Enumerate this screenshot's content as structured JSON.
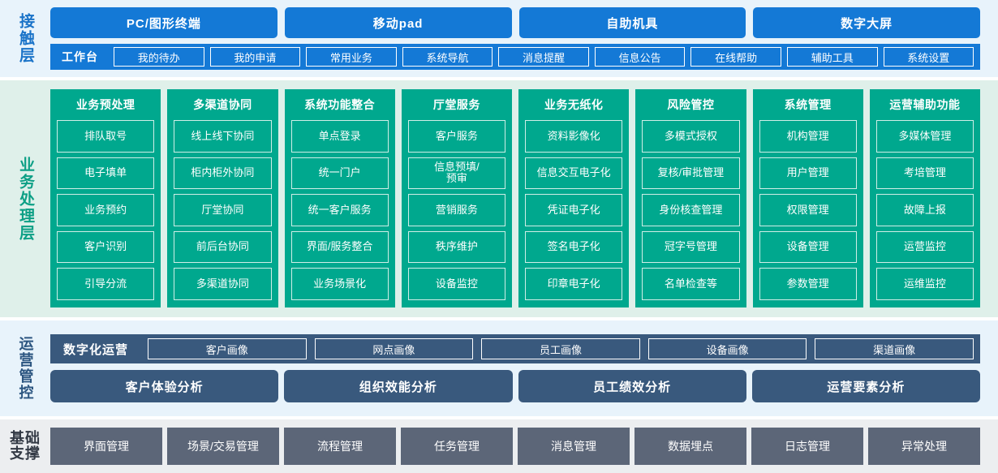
{
  "layers": {
    "contact": {
      "label": "接触层",
      "accent": "#1479d6",
      "channels": [
        {
          "label": "PC/图形终端"
        },
        {
          "label": "移动pad"
        },
        {
          "label": "自助机具"
        },
        {
          "label": "数字大屏"
        }
      ],
      "workbench_title": "工作台",
      "workbench_items": [
        {
          "label": "我的待办"
        },
        {
          "label": "我的申请"
        },
        {
          "label": "常用业务"
        },
        {
          "label": "系统导航"
        },
        {
          "label": "消息提醒"
        },
        {
          "label": "信息公告"
        },
        {
          "label": "在线帮助"
        },
        {
          "label": "辅助工具"
        },
        {
          "label": "系统设置"
        }
      ]
    },
    "business": {
      "label": "业务处理层",
      "accent": "#00a88e",
      "columns": [
        {
          "title": "业务预处理",
          "items": [
            "排队取号",
            "电子填单",
            "业务预约",
            "客户识别",
            "引导分流"
          ]
        },
        {
          "title": "多渠道协同",
          "items": [
            "线上线下协同",
            "柜内柜外协同",
            "厅堂协同",
            "前后台协同",
            "多渠道协同"
          ]
        },
        {
          "title": "系统功能整合",
          "items": [
            "单点登录",
            "统一门户",
            "统一客户服务",
            "界面/服务整合",
            "业务场景化"
          ]
        },
        {
          "title": "厅堂服务",
          "items": [
            "客户服务",
            "信息预填/\n预审",
            "营销服务",
            "秩序维护",
            "设备监控"
          ]
        },
        {
          "title": "业务无纸化",
          "items": [
            "资料影像化",
            "信息交互电子化",
            "凭证电子化",
            "签名电子化",
            "印章电子化"
          ]
        },
        {
          "title": "风险管控",
          "items": [
            "多模式授权",
            "复核/审批管理",
            "身份核查管理",
            "冠字号管理",
            "名单检查等"
          ]
        },
        {
          "title": "系统管理",
          "items": [
            "机构管理",
            "用户管理",
            "权限管理",
            "设备管理",
            "参数管理"
          ]
        },
        {
          "title": "运营辅助功能",
          "items": [
            "多媒体管理",
            "考培管理",
            "故障上报",
            "运营监控",
            "运维监控"
          ]
        }
      ]
    },
    "ops": {
      "label": "运营管控",
      "accent": "#39597d",
      "portrait_title": "数字化运营",
      "portrait_items": [
        {
          "label": "客户画像"
        },
        {
          "label": "网点画像"
        },
        {
          "label": "员工画像"
        },
        {
          "label": "设备画像"
        },
        {
          "label": "渠道画像"
        }
      ],
      "analysis_items": [
        {
          "label": "客户体验分析"
        },
        {
          "label": "组织效能分析"
        },
        {
          "label": "员工绩效分析"
        },
        {
          "label": "运营要素分析"
        }
      ]
    },
    "base": {
      "label_line1": "基础",
      "label_line2": "支撑",
      "accent": "#5c6678",
      "items": [
        {
          "label": "界面管理"
        },
        {
          "label": "场景/交易管理"
        },
        {
          "label": "流程管理"
        },
        {
          "label": "任务管理"
        },
        {
          "label": "消息管理"
        },
        {
          "label": "数据埋点"
        },
        {
          "label": "日志管理"
        },
        {
          "label": "异常处理"
        }
      ]
    }
  }
}
